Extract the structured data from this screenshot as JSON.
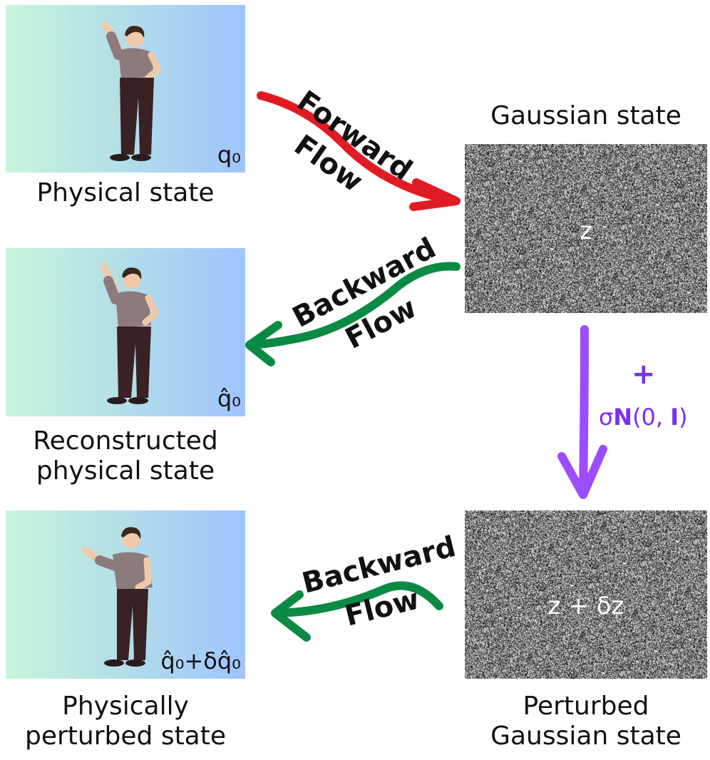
{
  "panels": {
    "p1": {
      "label": "q₀",
      "caption": "Physical state"
    },
    "p2": {
      "label": "q̂₀",
      "caption_line1": "Reconstructed",
      "caption_line2": "physical state"
    },
    "p3": {
      "label": "q̂₀+δq̂₀",
      "caption_line1": "Physically",
      "caption_line2": "perturbed state"
    }
  },
  "noise": {
    "top": {
      "title": "Gaussian state",
      "label": "z"
    },
    "bottom": {
      "label": "z + δz",
      "caption_line1": "Perturbed",
      "caption_line2": "Gaussian state"
    }
  },
  "arrows": {
    "forward": {
      "line1": "Forward",
      "line2": "Flow",
      "color": "#e01b24"
    },
    "backward1": {
      "line1": "Backward",
      "line2": "Flow",
      "color": "#0b8a44"
    },
    "backward2": {
      "line1": "Backward",
      "line2": "Flow",
      "color": "#0b8a44"
    },
    "perturb": {
      "plus": "+",
      "sigma": "σ",
      "N": "N",
      "args_open": "(0, ",
      "I": "I",
      "args_close": ")",
      "color": "#9b4dff"
    }
  }
}
